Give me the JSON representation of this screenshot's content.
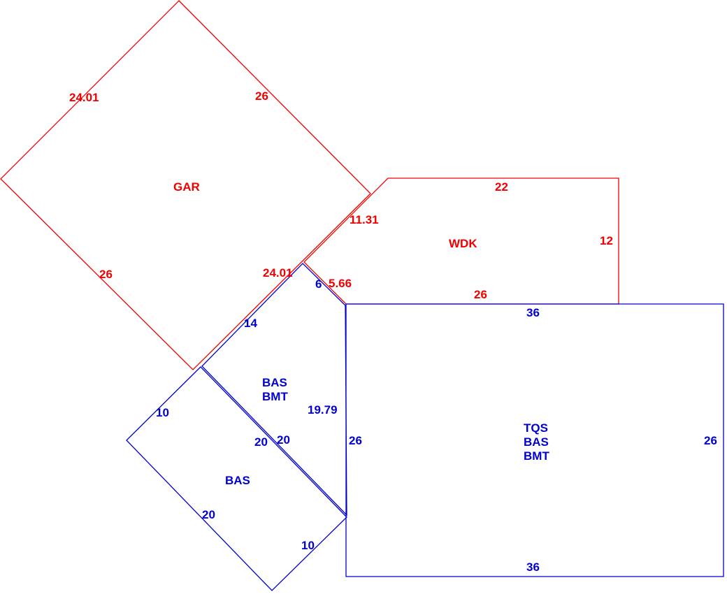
{
  "colors": {
    "red": "#f00000",
    "blue": "#0000d0"
  },
  "areas": {
    "gar": {
      "label": "GAR",
      "dims": [
        "24.01",
        "26",
        "26",
        "24.01"
      ]
    },
    "wdk": {
      "label": "WDK",
      "dims": [
        "22",
        "12",
        "26",
        "5.66",
        "11.31"
      ]
    },
    "bas_bmt": {
      "label1": "BAS",
      "label2": "BMT",
      "dims": [
        "14",
        "6",
        "19.79",
        "20"
      ]
    },
    "bas": {
      "label": "BAS",
      "dims": [
        "10",
        "20",
        "20",
        "10"
      ]
    },
    "tqs": {
      "label1": "TQS",
      "label2": "BAS",
      "label3": "BMT",
      "dims": [
        "36",
        "26",
        "26",
        "36"
      ]
    }
  }
}
